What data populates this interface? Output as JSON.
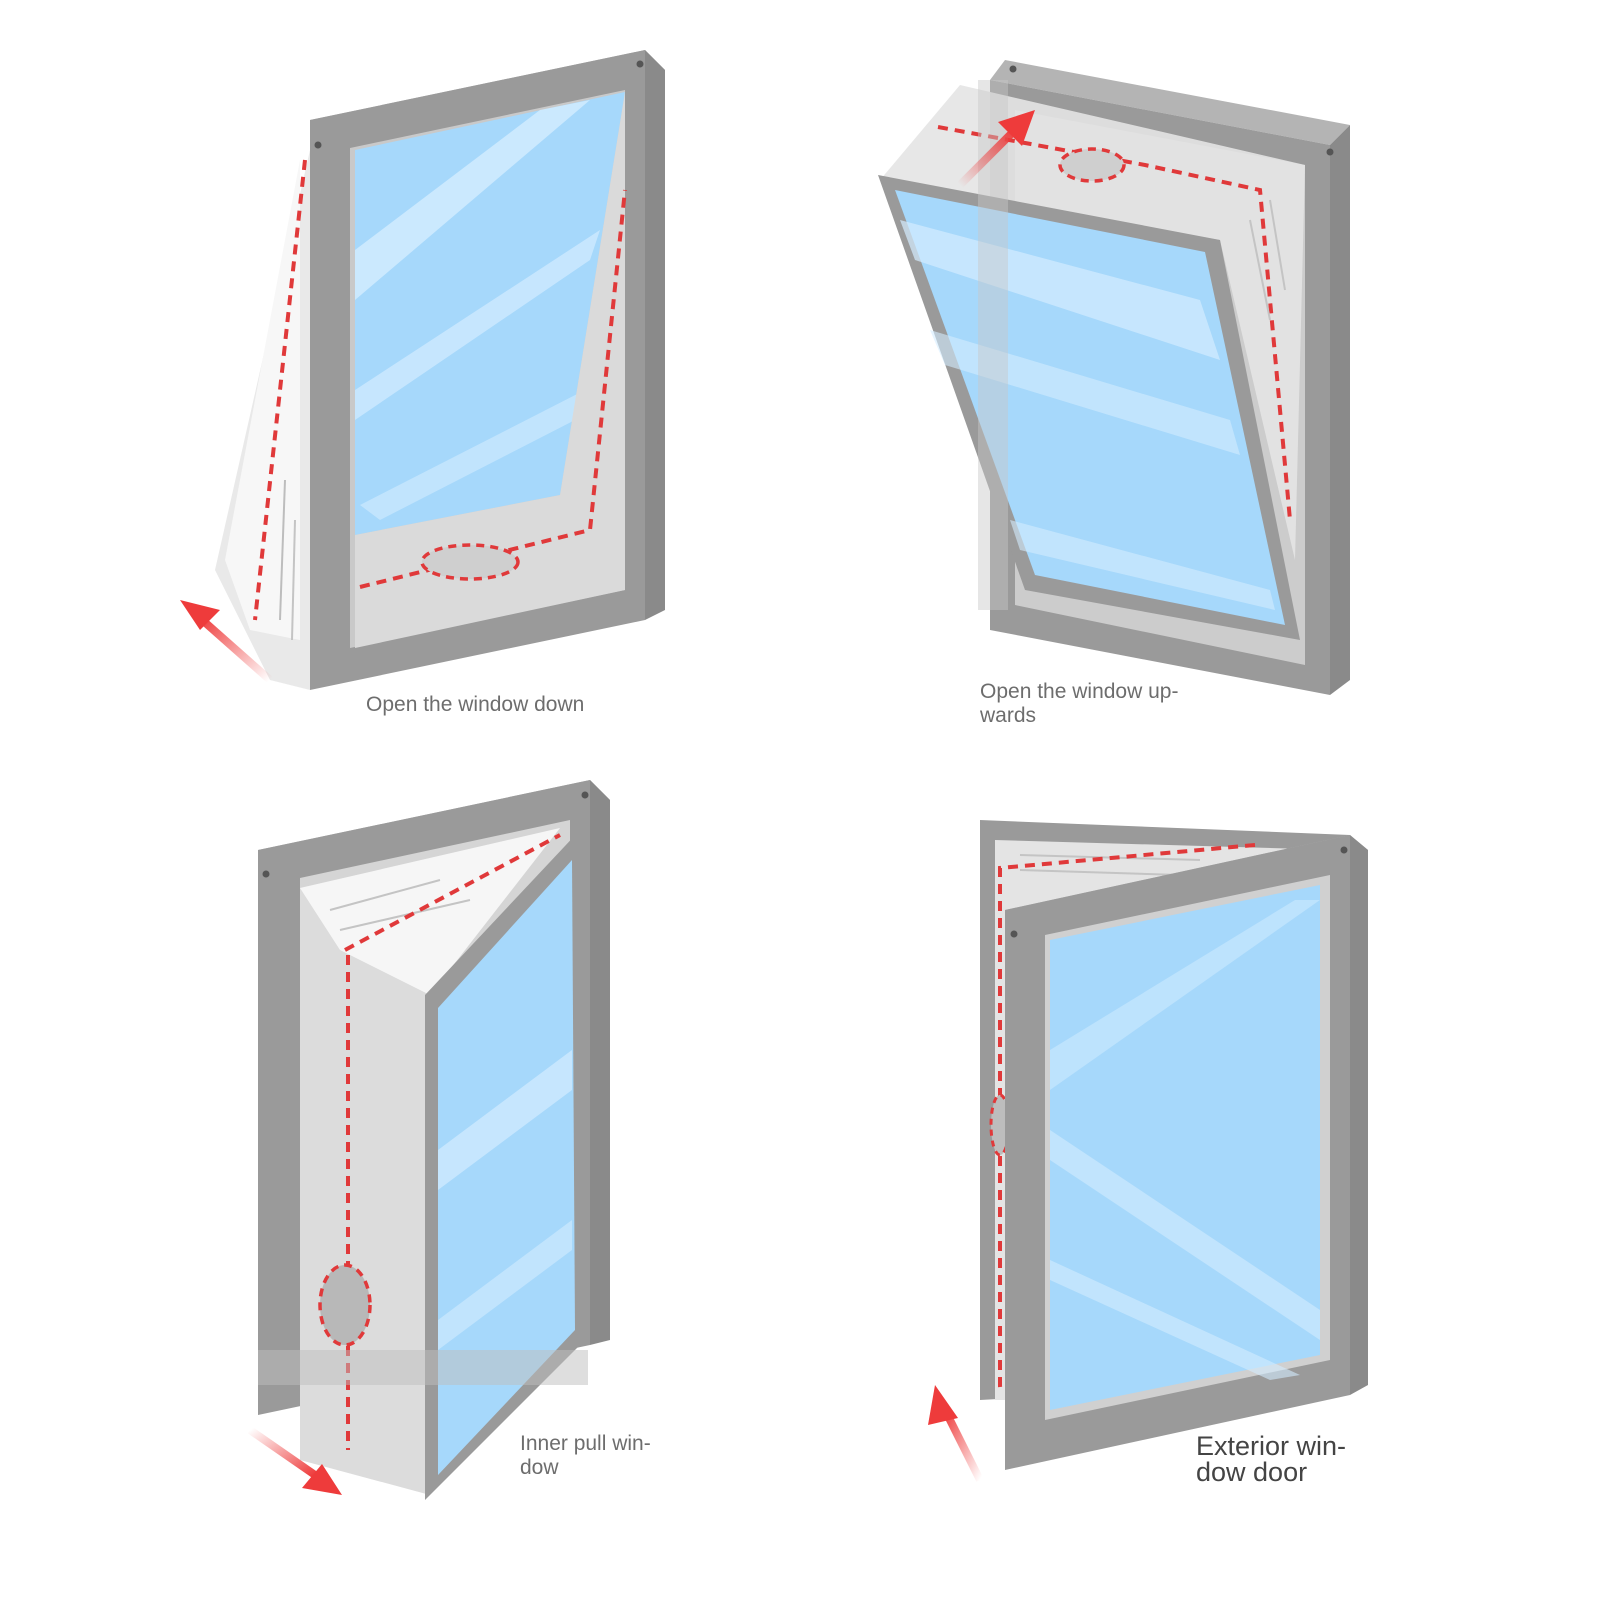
{
  "diagrams": [
    {
      "id": "down",
      "caption_lines": [
        "Open the window down"
      ]
    },
    {
      "id": "up",
      "caption_lines": [
        "Open the window up-",
        "wards"
      ]
    },
    {
      "id": "inner",
      "caption_lines": [
        "Inner pull win-",
        "dow"
      ]
    },
    {
      "id": "exterior",
      "caption_lines": [
        "Exterior win-",
        "dow door"
      ]
    }
  ],
  "colors": {
    "frame": "#9a9a9a",
    "frame_dark": "#808080",
    "frame_top": "#b4b4b4",
    "glass": "#a6d8fb",
    "glass_highlight": "#d9efff",
    "fabric": "#dcdcdc",
    "fabric_light": "#f4f4f4",
    "dash": "#e0393a",
    "arrow": "#ee3b3b"
  },
  "icons": [
    "window-frame-icon",
    "glass-pane-icon",
    "fabric-seal-icon",
    "direction-arrow-icon",
    "hose-opening-icon"
  ]
}
